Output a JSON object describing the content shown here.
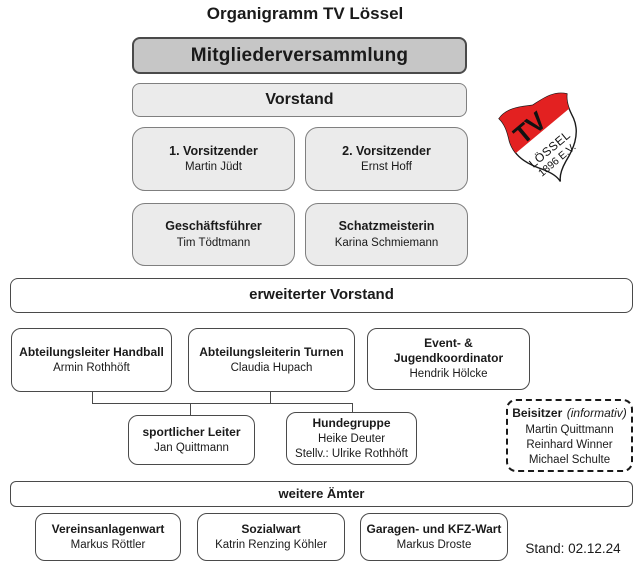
{
  "page_title": "Organigramm TV Lössel",
  "top": {
    "assembly": "Mitgliederversammlung",
    "board": "Vorstand",
    "officers": [
      {
        "role": "1. Vorsitzender",
        "name": "Martin Jüdt"
      },
      {
        "role": "2. Vorsitzender",
        "name": "Ernst Hoff"
      },
      {
        "role": "Geschäftsführer",
        "name": "Tim Tödtmann"
      },
      {
        "role": "Schatzmeisterin",
        "name": "Karina Schmiemann"
      }
    ]
  },
  "logo": {
    "line1": "TV",
    "line2": "LÖSSEL",
    "line3": "1896 E.V.",
    "red": "#e32121",
    "outline": "#1a1a1a"
  },
  "extended_board": {
    "band": "erweiterter Vorstand",
    "departments": [
      {
        "role": "Abteilungsleiter Handball",
        "name": "Armin Rothhöft"
      },
      {
        "role": "Abteilungsleiterin Turnen",
        "name": "Claudia Hupach"
      },
      {
        "role": "Event- & Jugendkoordinator",
        "name": "Hendrik Hölcke"
      }
    ],
    "sub": [
      {
        "role": "sportlicher Leiter",
        "name": "Jan Quittmann"
      },
      {
        "role": "Hundegruppe",
        "name": "Heike Deuter",
        "deputy": "Stellv.: Ulrike Rothhöft"
      }
    ],
    "advisors": {
      "title": "Beisitzer",
      "note": "(informativ)",
      "names": [
        "Martin Quittmann",
        "Reinhard Winner",
        "Michael Schulte"
      ]
    }
  },
  "other_offices": {
    "band": "weitere Ämter",
    "items": [
      {
        "role": "Vereinsanlagenwart",
        "name": "Markus Röttler"
      },
      {
        "role": "Sozialwart",
        "name": "Katrin Renzing Köhler"
      },
      {
        "role": "Garagen- und KFZ-Wart",
        "name": "Markus Droste"
      }
    ]
  },
  "footer": {
    "stand": "Stand: 02.12.24"
  }
}
